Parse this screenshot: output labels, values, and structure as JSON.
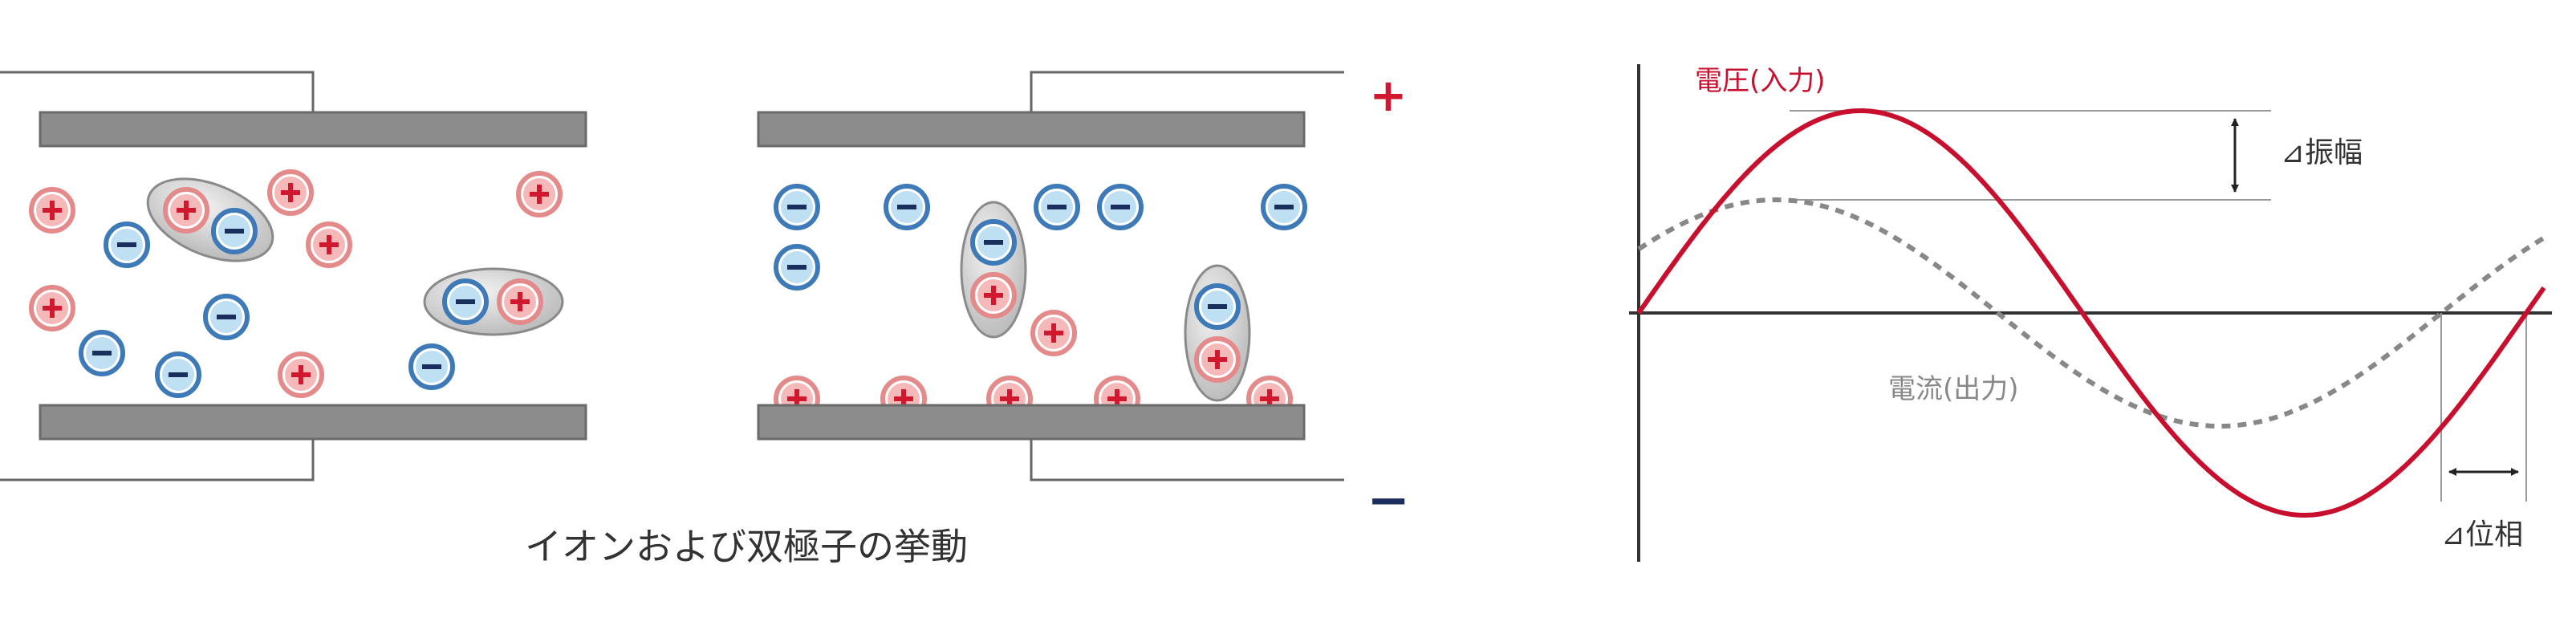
{
  "caption": "イオンおよび双極子の挙動",
  "terminal_plus": "+",
  "terminal_minus": "−",
  "voltage_label": "電圧(入力)",
  "current_label": "電流(出力)",
  "amplitude_label": "⊿振幅",
  "phase_label": "⊿位相",
  "colors": {
    "plate": "#8c8c8c",
    "positive_fill": "#f6b9b9",
    "positive_stroke": "#e58a8a",
    "positive_sign": "#d0182f",
    "negative_fill": "#bfe0f3",
    "negative_stroke": "#3e7ab8",
    "negative_sign": "#1b2f5e",
    "voltage": "#c8102e",
    "current": "#888888",
    "axis": "#333333"
  }
}
